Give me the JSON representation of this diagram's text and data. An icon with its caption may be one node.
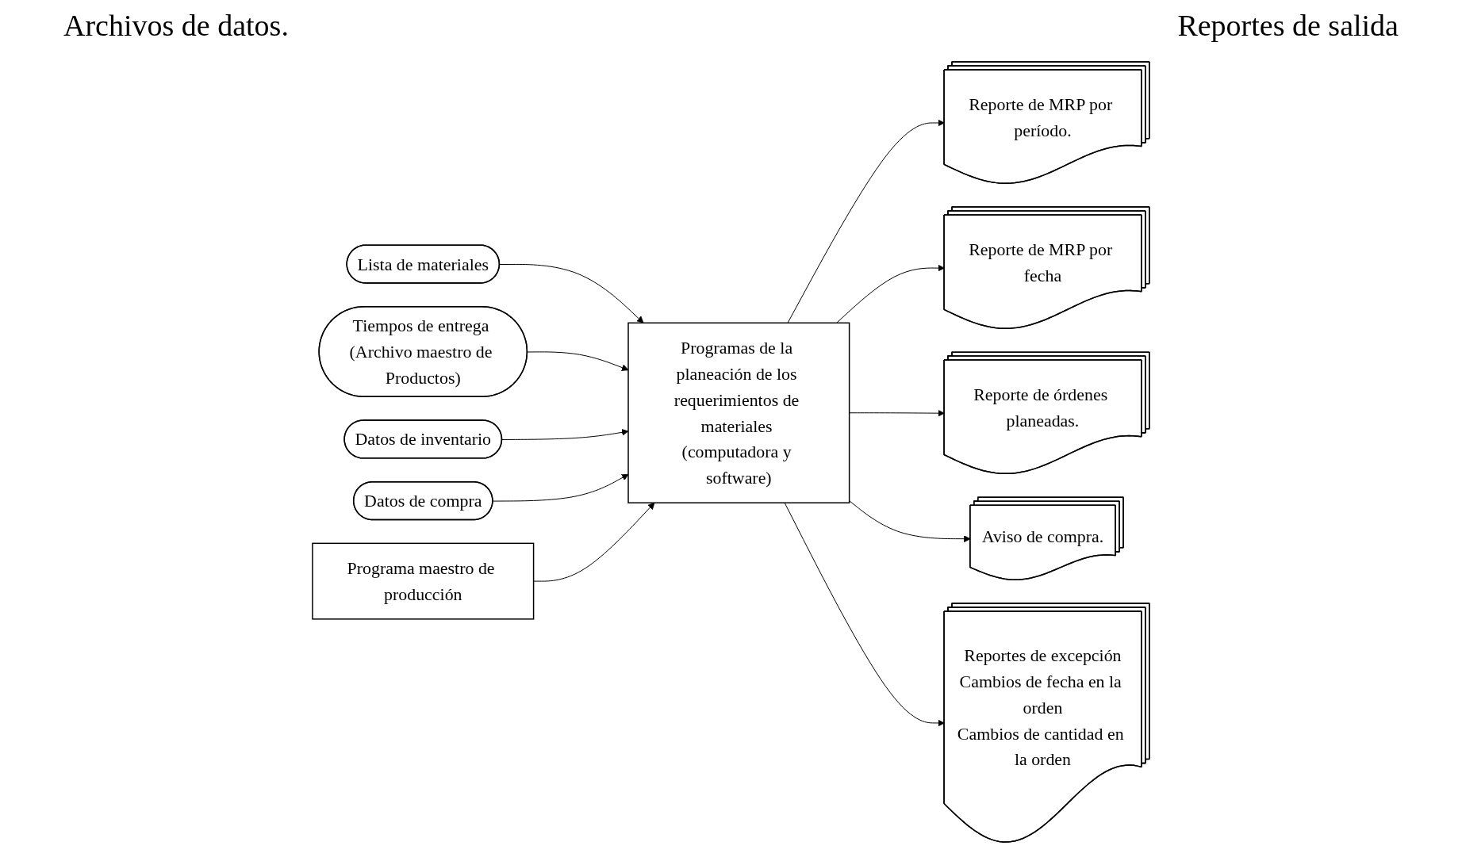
{
  "diagram": {
    "nodes": [
      {
        "text": [
          "Lista de materiales"
        ]
      },
      {
        "text": [
          "Tiempos de entrega (Archivo maestro de Productos)"
        ]
      },
      {
        "text": [
          "Datos de inventario"
        ]
      },
      {
        "text": [
          "Datos de compra"
        ]
      },
      {
        "text": [
          "Programa maestro de producción"
        ]
      },
      {
        "text": [
          "Programas de la planeación de los requerimientos de materiales (computadora y software)"
        ]
      },
      {
        "text": [
          "Reporte de MRP por período."
        ]
      },
      {
        "text": [
          "Reporte de MRP por fecha"
        ]
      },
      {
        "text": [
          "Reporte de órdenes planeadas."
        ]
      },
      {
        "text": [
          "Aviso de compra."
        ]
      },
      {
        "text": [
          "Reportes de excepción",
          "Cambios de fecha en la orden",
          "Cambios de cantidad en la orden"
        ]
      }
    ],
    "edges": [
      {
        "from": 0,
        "to": 5,
        "arrow": "to"
      },
      {
        "from": 1,
        "to": 5,
        "arrow": "to"
      },
      {
        "from": 2,
        "to": 5,
        "arrow": "to"
      },
      {
        "from": 3,
        "to": 5,
        "arrow": "to"
      },
      {
        "from": 4,
        "to": 5,
        "arrow": "to"
      },
      {
        "from": 5,
        "to": 6,
        "arrow": "to"
      },
      {
        "from": 5,
        "to": 7,
        "arrow": "to"
      },
      {
        "from": 5,
        "to": 8,
        "arrow": "to"
      },
      {
        "from": 5,
        "to": 9,
        "arrow": "to"
      },
      {
        "from": 5,
        "to": 10,
        "arrow": "to"
      }
    ],
    "labels": [
      "Archivos de datos.",
      "Reportes de salida"
    ]
  }
}
